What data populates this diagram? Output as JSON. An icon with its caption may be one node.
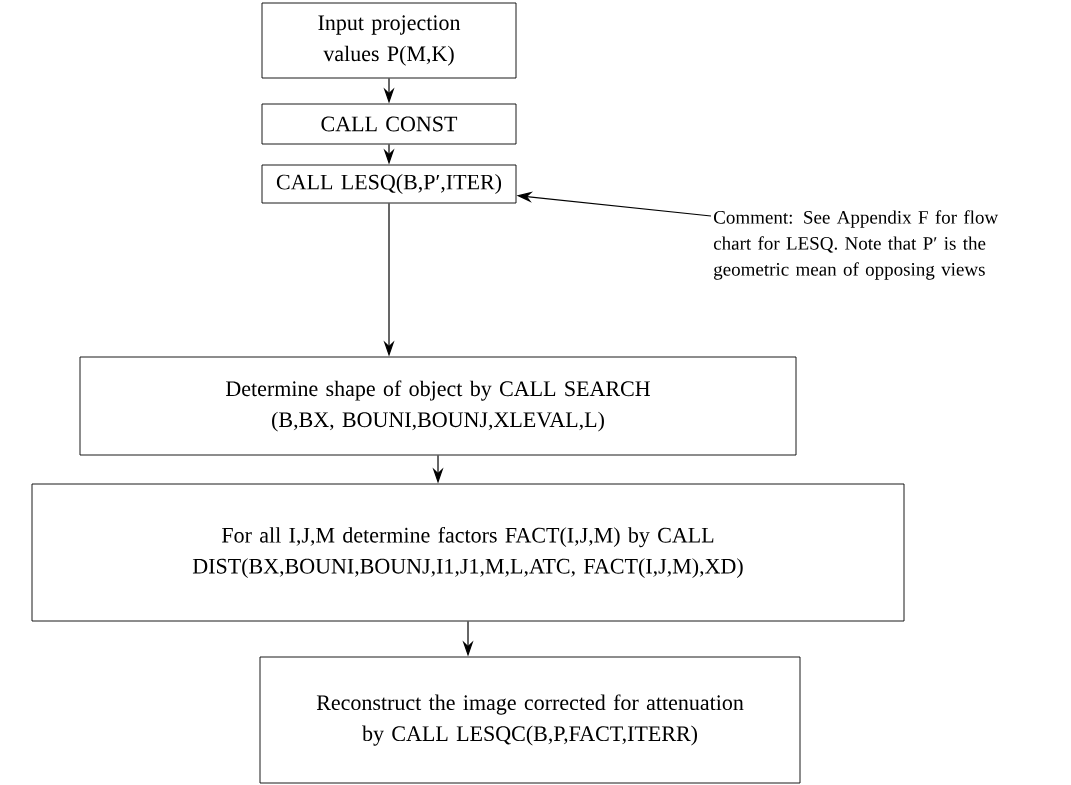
{
  "diagram": {
    "nodes": [
      {
        "text": [
          "Input projection values P(M,K)"
        ]
      },
      {
        "text": [
          "CALL CONST"
        ]
      },
      {
        "text": [
          "CALL LESQ(B,P′,ITER)"
        ]
      },
      {
        "text": [
          "Comment: See Appendix F for flow chart for LESQ. Note that P′ is the geometric mean of opposing views"
        ]
      },
      {
        "text": [
          "Determine shape of object by CALL SEARCH (B,BX, BOUNI,BOUNJ,XLEVAL,L)"
        ]
      },
      {
        "text": [
          "For all I,J,M determine factors FACT(I,J,M) by CALL DIST(BX,BOUNI,BOUNJ,I1,J1,M,L,ATC, FACT(I,J,M),XD)"
        ]
      },
      {
        "text": [
          "Reconstruct the image corrected for attenuation by CALL LESQC(B,P,FACT,ITERR)"
        ]
      }
    ],
    "edges": [
      {
        "from": 0,
        "to": 1,
        "arrow": "to"
      },
      {
        "from": 1,
        "to": 2,
        "arrow": "to"
      },
      {
        "from": 3,
        "to": 2,
        "arrow": "to"
      },
      {
        "from": 2,
        "to": 4,
        "arrow": "to"
      },
      {
        "from": 4,
        "to": 5,
        "arrow": "to"
      },
      {
        "from": 5,
        "to": 6,
        "arrow": "to"
      }
    ]
  }
}
